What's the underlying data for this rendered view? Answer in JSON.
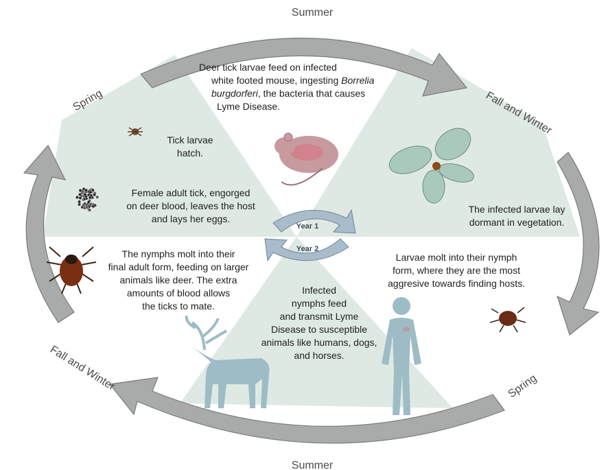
{
  "seasons": {
    "top": "Summer",
    "left_top": "Spring",
    "right_top": "Fall and Winter",
    "left_bottom": "Fall and Winter",
    "right_bottom": "Spring",
    "bottom": "Summer"
  },
  "center": {
    "year1": "Year 1",
    "year2": "Year 2"
  },
  "stages": {
    "top": {
      "line1": "Deer tick larvae feed on infected",
      "line2_pre": "white footed mouse, ingesting ",
      "line2_italic": "Borrelia",
      "line3_italic": "burgdorferi",
      "line3_post": ", the bacteria that causes",
      "line4": "Lyme Disease."
    },
    "larvae_hatch": [
      "Tick larvae",
      "hatch."
    ],
    "female_eggs": [
      "Female adult tick, engorged",
      "on deer blood, leaves the host",
      "and lays her eggs."
    ],
    "dormant": [
      "The infected larvae lay",
      "dormant in vegetation."
    ],
    "nymph_molt": [
      "Larvae molt into their nymph",
      "form, where they are the most",
      "aggresive towards finding hosts."
    ],
    "adult_molt": [
      "The nymphs molt into their",
      "final adult form, feeding on larger",
      "animals like deer. The extra",
      "amounts of blood allows",
      "the ticks to mate."
    ],
    "nymph_feed": [
      "Infected",
      "nymphs feed",
      "and transmit Lyme",
      "Disease to susceptible",
      "animals like humans, dogs,",
      "and horses."
    ]
  },
  "colors": {
    "sector_fill": "#dfe9e3",
    "arrow_fill": "#a9aaaa",
    "arrow_stroke": "#7a7b7c",
    "year_arrow": "#a9bccb",
    "deer": "#9dbcc6",
    "human": "#9dbcc6",
    "mouse": "#c79a9f",
    "leaves": "#a9c9bd"
  }
}
